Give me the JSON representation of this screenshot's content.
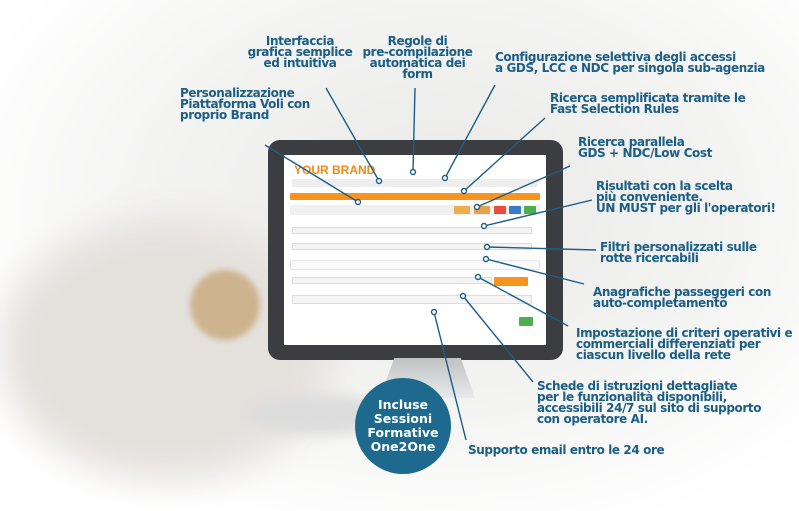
{
  "screen": {
    "brand": "YOUR BRAND"
  },
  "callouts": {
    "interfaccia": "Interfaccia\ngrafica semplice\ned intuitiva",
    "regole": "Regole di\npre-compilazione\nautomatica dei form",
    "configurazione": "Configurazione selettiva degli accessi\na GDS, LCC e NDC per singola sub-agenzia",
    "personalizzazione": "Personalizzazione\nPiattaforma Voli con\nproprio Brand",
    "ricerca_semplificata": "Ricerca semplificata tramite le\nFast Selection Rules",
    "ricerca_parallela": "Ricerca parallela\nGDS + NDC/Low Cost",
    "risultati": "Risultati con la scelta\npiù conveniente.\nUN MUST per gli l'operatori!",
    "filtri": "Filtri personalizzati sulle\nrotte ricercabili",
    "anagrafiche": "Anagrafiche passeggeri con\nauto-completamento",
    "impostazione": "Impostazione di criteri operativi e\ncommerciali differenziati per\nciascun livello della rete",
    "schede": "Schede di istruzioni dettagliate\nper le funzionalità disponibili,\naccessibili 24/7 sul sito di supporto\ncon operatore AI.",
    "supporto": "Supporto email entro le 24 ore"
  },
  "badge": "Incluse\nSessioni\nFormative\nOne2One",
  "colors": {
    "text": "#1b5e86",
    "badge": "#1d6a8e",
    "accent": "#f08a16"
  }
}
